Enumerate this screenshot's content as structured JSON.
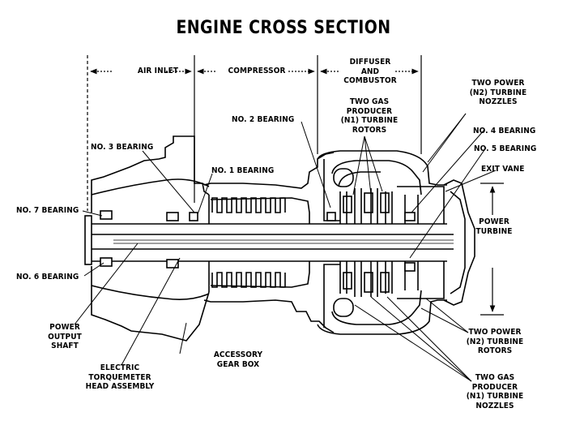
{
  "title": "ENGINE CROSS SECTION",
  "sections": {
    "air_inlet": "AIR INLET",
    "compressor": "COMPRESSOR",
    "diffuser_combustor": "DIFFUSER\nAND\nCOMBUSTOR"
  },
  "labels": {
    "no2_bearing": "NO. 2 BEARING",
    "no3_bearing": "NO. 3 BEARING",
    "no1_bearing": "NO. 1 BEARING",
    "no7_bearing": "NO. 7 BEARING",
    "no6_bearing": "NO. 6 BEARING",
    "no4_bearing": "NO. 4 BEARING",
    "no5_bearing": "NO. 5 BEARING",
    "exit_vane": "EXIT VANE",
    "gas_producer_rotors": "TWO GAS\nPRODUCER\n(N1) TURBINE\nROTORS",
    "power_turbine_nozzles": "TWO POWER\n(N2) TURBINE\nNOZZLES",
    "power_turbine": "POWER\nTURBINE",
    "power_output_shaft": "POWER\nOUTPUT\nSHAFT",
    "torquemeter": "ELECTRIC\nTORQUEMETER\nHEAD ASSEMBLY",
    "accessory_gear_box": "ACCESSORY\nGEAR BOX",
    "power_turbine_rotors": "TWO POWER\n(N2) TURBINE\nROTORS",
    "gas_producer_nozzles": "TWO GAS\nPRODUCER\n(N1) TURBINE\nNOZZLES"
  }
}
